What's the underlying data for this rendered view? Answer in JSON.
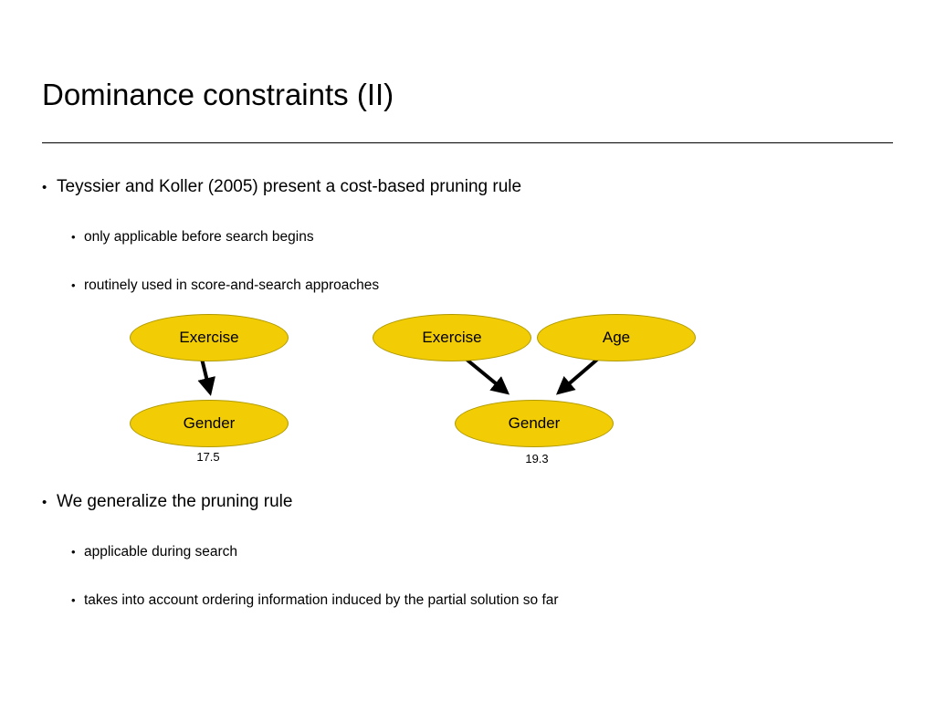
{
  "slide": {
    "title": "Dominance constraints (II)",
    "bullets": [
      {
        "level": 1,
        "text": "Teyssier and Koller (2005) present a cost-based pruning rule"
      },
      {
        "level": 2,
        "text": "only applicable before search begins"
      },
      {
        "level": 2,
        "text": "routinely used in score-and-search approaches"
      },
      {
        "level": 1,
        "text": "We generalize the pruning rule"
      },
      {
        "level": 2,
        "text": "applicable during search"
      },
      {
        "level": 2,
        "text": "takes into account ordering information induced by the partial solution so far"
      }
    ],
    "bullet_marker": "•",
    "diagrams": {
      "left": {
        "nodes": [
          {
            "id": "left-exercise",
            "label": "Exercise"
          },
          {
            "id": "left-gender",
            "label": "Gender"
          }
        ],
        "edges": [
          {
            "from": "Exercise",
            "to": "Gender"
          }
        ],
        "score": "17.5"
      },
      "right": {
        "nodes": [
          {
            "id": "right-exercise",
            "label": "Exercise"
          },
          {
            "id": "right-age",
            "label": "Age"
          },
          {
            "id": "right-gender",
            "label": "Gender"
          }
        ],
        "edges": [
          {
            "from": "Exercise",
            "to": "Gender"
          },
          {
            "from": "Age",
            "to": "Gender"
          }
        ],
        "score": "19.3"
      }
    },
    "colors": {
      "node_fill": "#f2cc05",
      "node_stroke": "#b09a00",
      "text": "#000000",
      "background": "#ffffff",
      "rule": "#000000"
    }
  }
}
